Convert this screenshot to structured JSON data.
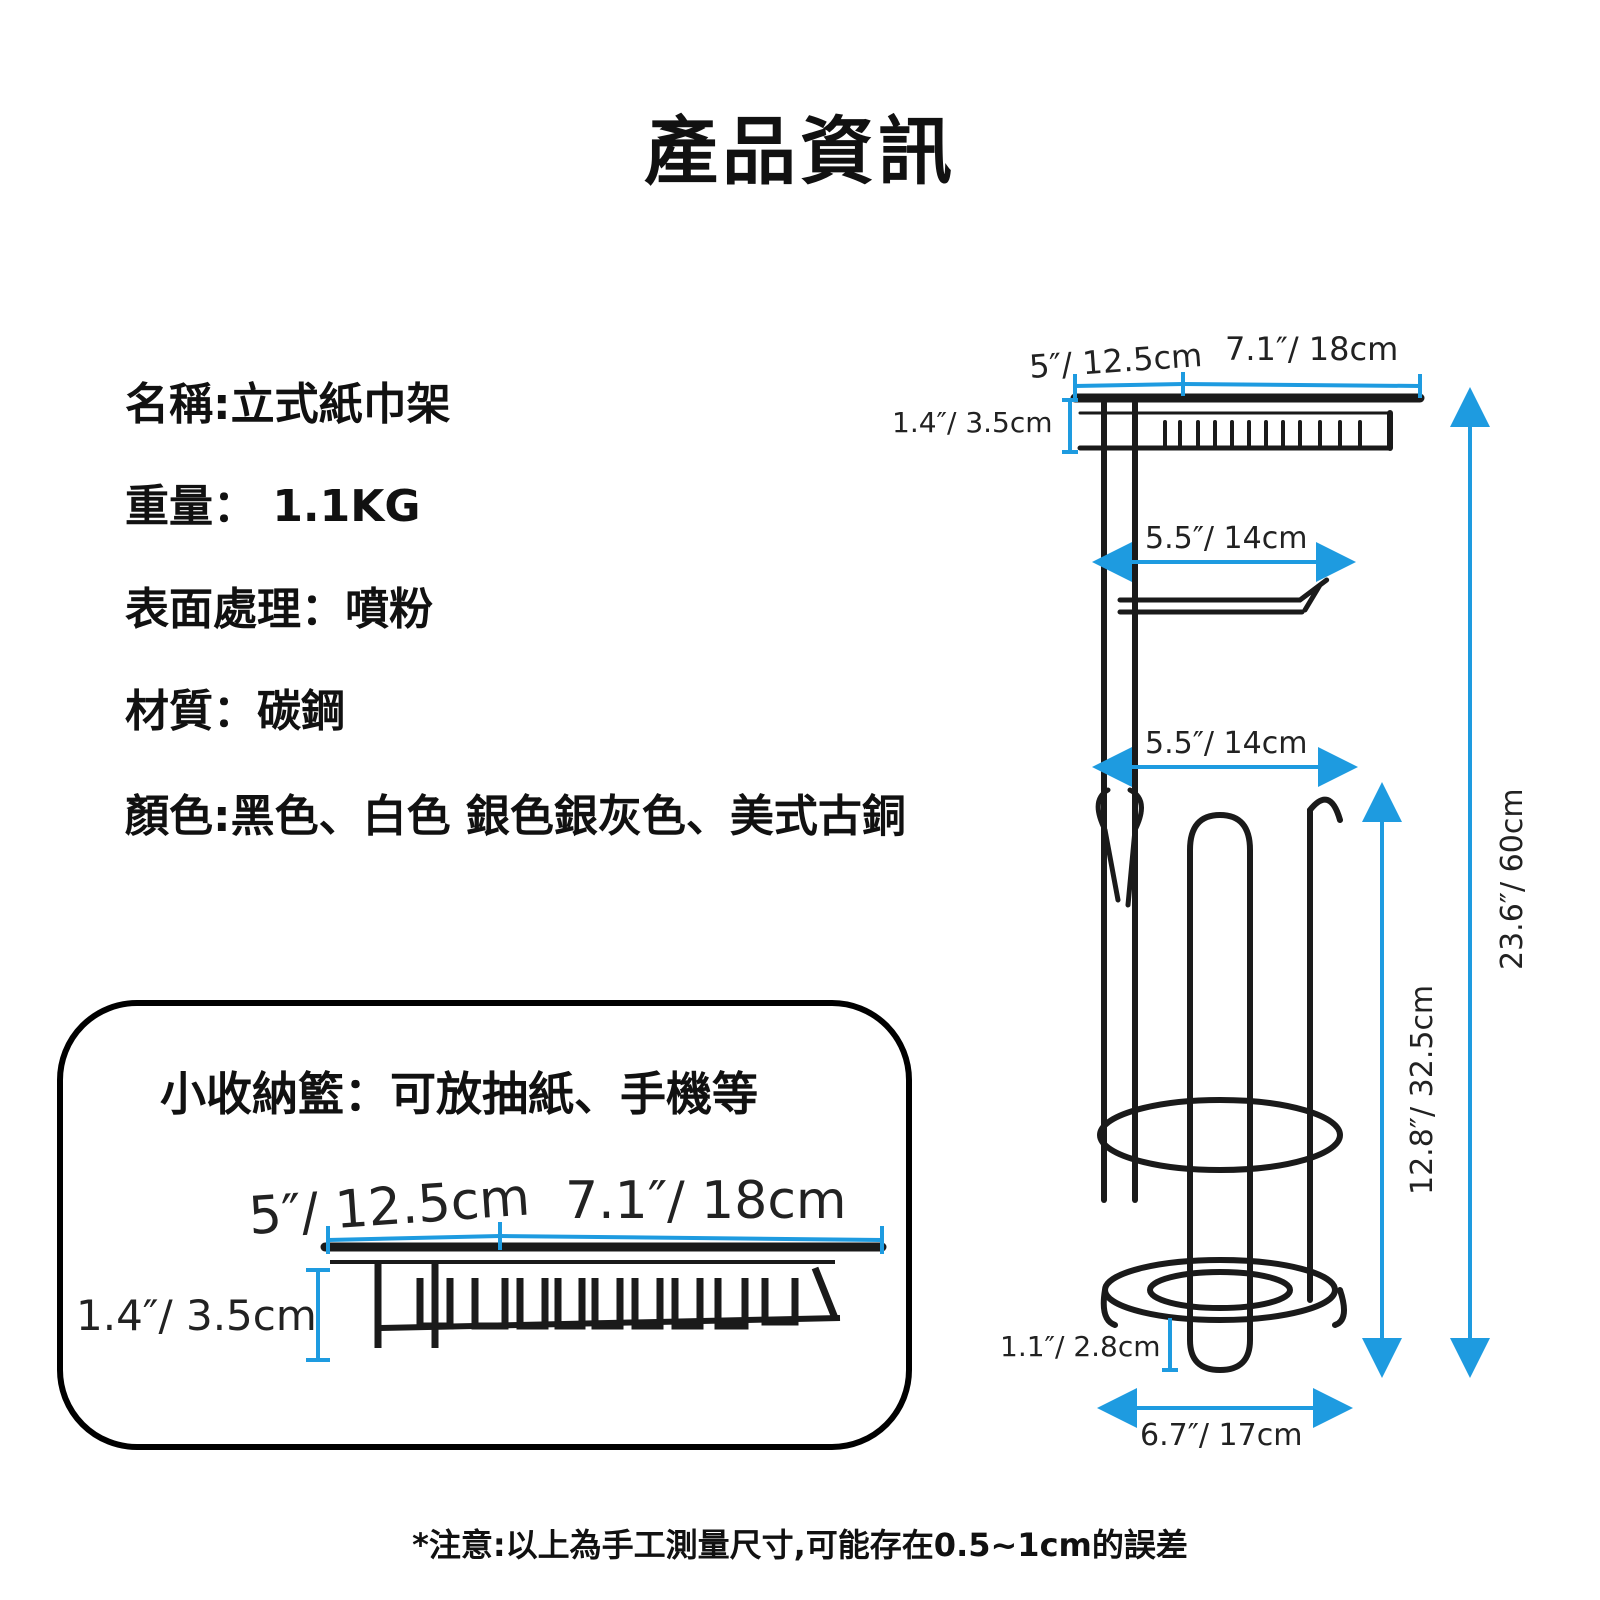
{
  "title": "產品資訊",
  "specs": {
    "name": "名稱:立式紙巾架",
    "weight": "重量： 1.1KG",
    "finish": "表面處理：噴粉",
    "material": "材質：碳鋼",
    "colors": "顏色:黑色、白色 銀色銀灰色、美式古銅"
  },
  "inset": {
    "title": "小收納籃：可放抽紙、手機等",
    "depth": "5″/ 12.5cm",
    "width": "7.1″/ 18cm",
    "height": "1.4″/ 3.5cm"
  },
  "diagram": {
    "basket_depth": "5″/ 12.5cm",
    "basket_width": "7.1″/ 18cm",
    "basket_height": "1.4″/ 3.5cm",
    "arm_width": "5.5″/ 14cm",
    "holder_width": "5.5″/ 14cm",
    "total_height": "23.6″/ 60cm",
    "holder_height": "12.8″/ 32.5cm",
    "base_clearance": "1.1″/ 2.8cm",
    "base_width": "6.7″/ 17cm"
  },
  "note": "*注意:以上為手工測量尺寸,可能存在0.5~1cm的誤差",
  "colors": {
    "dimension_blue": "#1e9be0",
    "wire": "#1a1a1a"
  }
}
